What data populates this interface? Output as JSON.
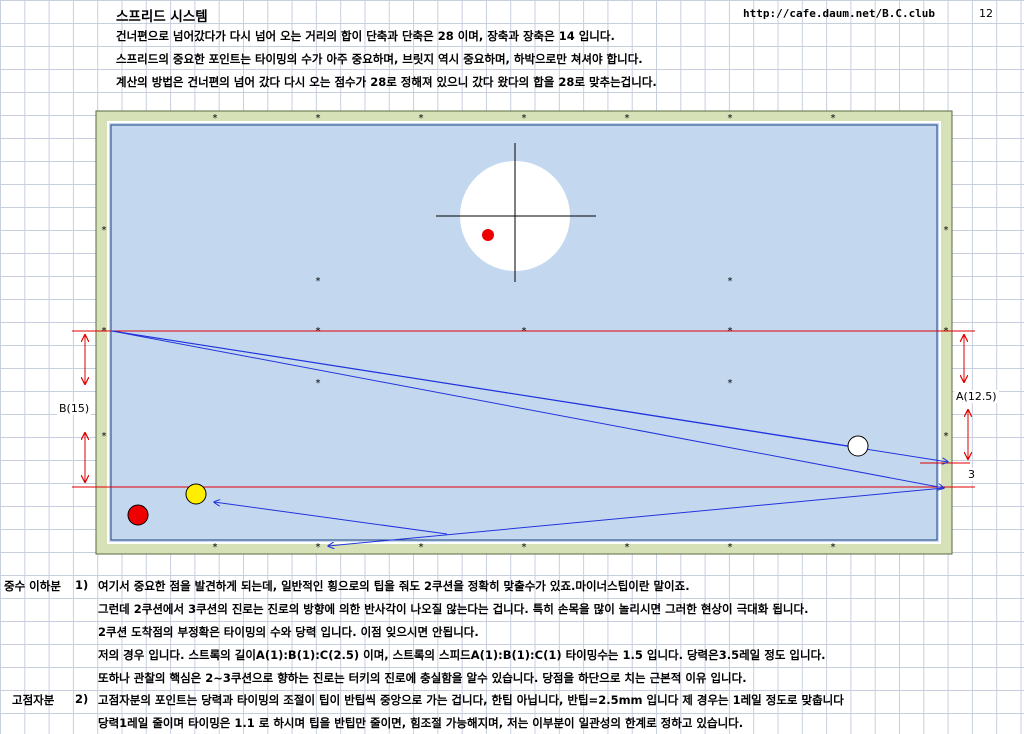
{
  "header": {
    "title": "스프리드 시스템",
    "url": "http://cafe.daum.net/B.C.club",
    "page_number": "12"
  },
  "intro_lines": [
    "건너편으로 넘어갔다가 다시 넘어 오는 거리의 합이 단축과 단축은 28 이며, 장축과 장축은 14 입니다.",
    "스프리드의 중요한 포인트는 타이밍의 수가 아주 중요하며, 브릿지 역시 중요하며, 하박으로만 쳐셔야 합니다.",
    "계산의 방법은 건너편의 넘어 갔다 다시 오는 점수가 28로 정해져 있으니 갔다 왔다의 합을 28로 맞추는겁니다."
  ],
  "diagram": {
    "label_b": "B(15)",
    "label_a": "A(12.5)",
    "label_c": "3",
    "colors": {
      "cloth": "#c3d8ef",
      "rail": "#d6e1b8",
      "red_line": "#e00000",
      "blue_path": "#2233dd",
      "red_ball": "#ee0000",
      "yellow_ball": "#ffee00",
      "white_ball": "#ffffff"
    }
  },
  "notes": [
    {
      "label": "중수 이하분",
      "num": "1)",
      "lines": [
        "여기서 중요한 점을 발견하게 되는데, 일반적인 횡으로의 팁을 줘도 2쿠션을 정확히 맞출수가 있죠.마이너스팁이란 말이죠.",
        "그런데 2쿠션에서 3쿠션의 진로는 진로의 방향에 의한 반사각이 나오질 않는다는 겁니다. 특히 손목을 많이 놀리시면 그러한 현상이 극대화 됩니다.",
        "2쿠션 도착점의 부정확은 타이밍의 수와 당력 입니다. 이점 잊으시면 안됩니다.",
        "저의 경우 입니다. 스트록의 길이A(1):B(1):C(2.5) 이며, 스트록의 스피드A(1):B(1):C(1) 타이밍수는 1.5 입니다. 당력은3.5레일 정도 입니다.",
        "또하나 관찰의 핵심은 2~3쿠션으로 향하는 진로는 터키의 진로에 충실함을 알수 있습니다. 당점을 하단으로 치는 근본적 이유 입니다."
      ]
    },
    {
      "label": "고점자분",
      "num": "2)",
      "lines": [
        "고점자분의 포인트는 당력과 타이밍의 조절이 팁이 반팁씩 중앙으로 가는 겁니다, 한팁 아닙니다, 반팁=2.5mm 입니다 제 경우는 1레일 정도로 맞춥니다",
        "당력1레일 줄이며 타이밍은 1.1 로 하시며 팁을 반팁만 줄이면, 힘조절 가능해지며, 저는 이부분이 일관성의 한계로 정하고 있습니다."
      ]
    }
  ]
}
